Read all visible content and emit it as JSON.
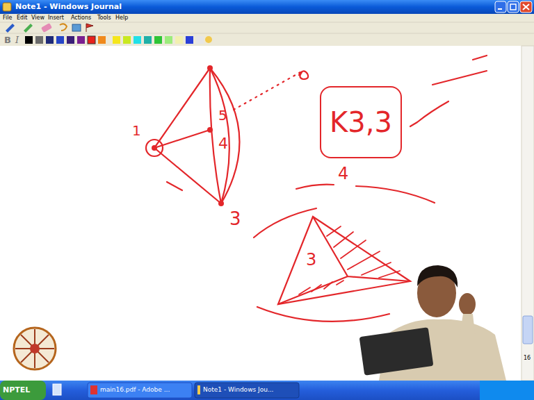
{
  "diagram": {
    "nodes": [
      {
        "text": [
          "K3,3"
        ]
      }
    ],
    "edges": [],
    "labels": [
      "Note1 - Windows Journal",
      "File",
      "Edit",
      "View",
      "Insert",
      "Actions",
      "Tools",
      "Help",
      "B",
      "I",
      "1",
      "5",
      "4",
      "3",
      "4",
      "3",
      "16",
      "NPTEL",
      "main16.pdf - Adobe ...",
      "Note1 - Windows Jou..."
    ]
  }
}
